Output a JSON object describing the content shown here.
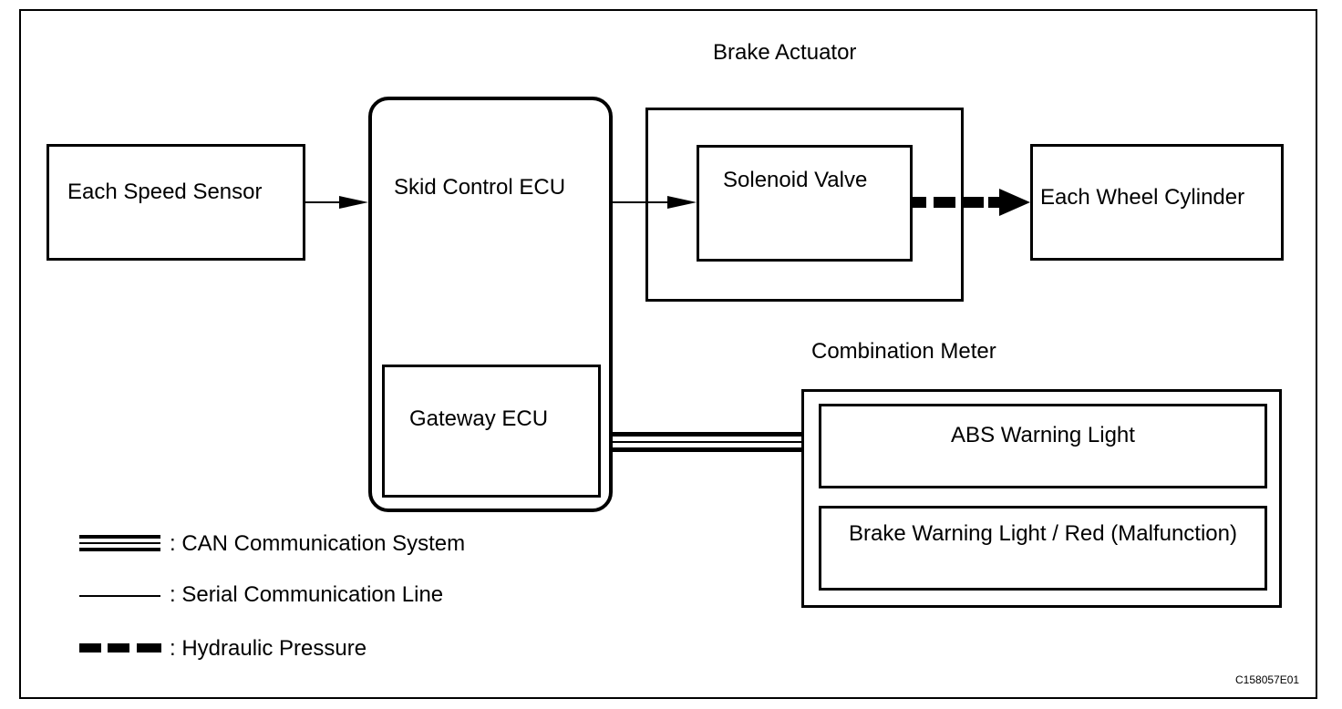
{
  "diagram": {
    "blocks": {
      "speed_sensor": "Each Speed Sensor",
      "skid_control_ecu": "Skid Control ECU",
      "gateway_ecu": "Gateway ECU",
      "brake_actuator": "Brake Actuator",
      "solenoid_valve": "Solenoid Valve",
      "wheel_cylinder": "Each Wheel Cylinder",
      "combination_meter": "Combination Meter",
      "abs_warning_light": "ABS Warning Light",
      "brake_warning_light": "Brake Warning Light / Red (Malfunction)"
    },
    "connections": [
      {
        "from": "Each Speed Sensor",
        "to": "Skid Control ECU",
        "type": "serial"
      },
      {
        "from": "Skid Control ECU",
        "to": "Solenoid Valve",
        "type": "serial"
      },
      {
        "from": "Solenoid Valve",
        "to": "Each Wheel Cylinder",
        "type": "hydraulic"
      },
      {
        "from": "Gateway ECU",
        "to": "Combination Meter",
        "type": "can"
      }
    ],
    "legend": {
      "can": ": CAN Communication System",
      "serial": ": Serial Communication Line",
      "hydraulic": ": Hydraulic Pressure"
    },
    "figure_code": "C158057E01"
  }
}
